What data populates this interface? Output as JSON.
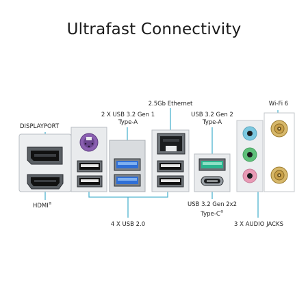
{
  "title": "Ultrafast Connectivity",
  "labels": {
    "displayport": "DISPLAYPORT",
    "hdmi": "HDMI",
    "hdmi_mark": "®",
    "usb32_gen1_line1": "2 X USB 3.2 Gen 1",
    "usb32_gen1_line2": "Type-A",
    "ethernet": "2.5Gb Ethernet",
    "usb32_gen2_line1": "USB 3.2 Gen 2",
    "usb32_gen2_line2": "Type-A",
    "wifi": "Wi-Fi 6",
    "usb20": "4 X USB 2.0",
    "usb32_gen2x2_line1": "USB 3.2 Gen 2x2",
    "usb32_gen2x2_line2": "Type-C",
    "usb32_gen2x2_mark": "®",
    "audio": "3 X AUDIO JACKS"
  },
  "colors": {
    "callout_line": "#4fb3cf",
    "usb3_blue": "#2f6fd6",
    "usb_gen2_teal": "#2bb58f",
    "ps2_purple": "#8a5fb0",
    "audio_blue": "#7cc8e0",
    "audio_green": "#5fc07a",
    "audio_pink": "#e89ab5",
    "antenna_gold": "#c9a14a"
  }
}
